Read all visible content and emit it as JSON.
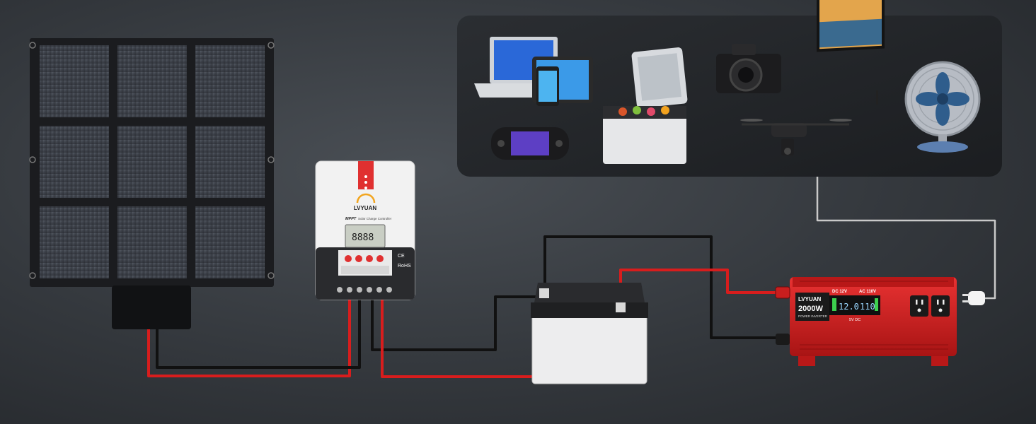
{
  "controller": {
    "brand": "LVYUAN",
    "model": "MPPT",
    "subtitle": "Solar Charge Controller",
    "lcd_reading": "8888",
    "certifications": [
      "CE",
      "RoHS"
    ]
  },
  "inverter": {
    "brand": "LVYUAN",
    "power": "2000W",
    "caption": "POWER INVERTER",
    "dc_label": "DC 12V",
    "ac_label": "AC 110V",
    "dc_reading": "12.0",
    "ac_reading": "110",
    "usb_label": "5V DC"
  },
  "components": {
    "solar_panel": "solar-panel-icon",
    "charge_controller": "charge-controller-icon",
    "battery": "battery-icon",
    "inverter": "inverter-icon",
    "plug": "plug-icon"
  },
  "devices": [
    "laptop-icon",
    "tablet-icon",
    "smartphone-icon",
    "game-console-icon",
    "car-fridge-icon",
    "camera-icon",
    "drone-icon",
    "tv-icon",
    "fan-icon"
  ],
  "colors": {
    "positive_wire": "#d81d1d",
    "negative_wire": "#111111",
    "ac_wire": "#c9c9c9",
    "inverter_body": "#d42020",
    "controller_accent": "#e03030",
    "device_panel": "#1e2124"
  }
}
